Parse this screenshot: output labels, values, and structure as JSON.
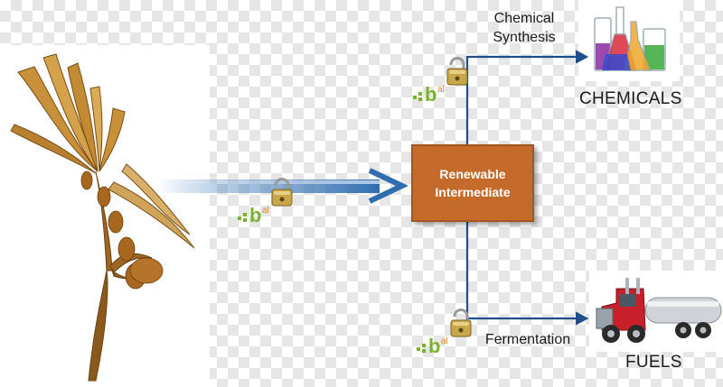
{
  "center_box": {
    "line1": "Renewable",
    "line2": "Intermediate",
    "fill_color": "#c46b2c"
  },
  "top_path": {
    "label_line1": "Chemical",
    "label_line2": "Synthesis"
  },
  "bottom_path": {
    "label": "Fermentation"
  },
  "outputs": {
    "chemicals": "CHEMICALS",
    "fuels": "FUELS"
  },
  "badge": {
    "logo_letter": "b",
    "logo_suffix": "al",
    "logo_green": "#7ab22e",
    "logo_orange": "#d98a1c",
    "lock_color": "#c8a74a"
  },
  "colors": {
    "connector_blue": "#1e4f8c"
  }
}
